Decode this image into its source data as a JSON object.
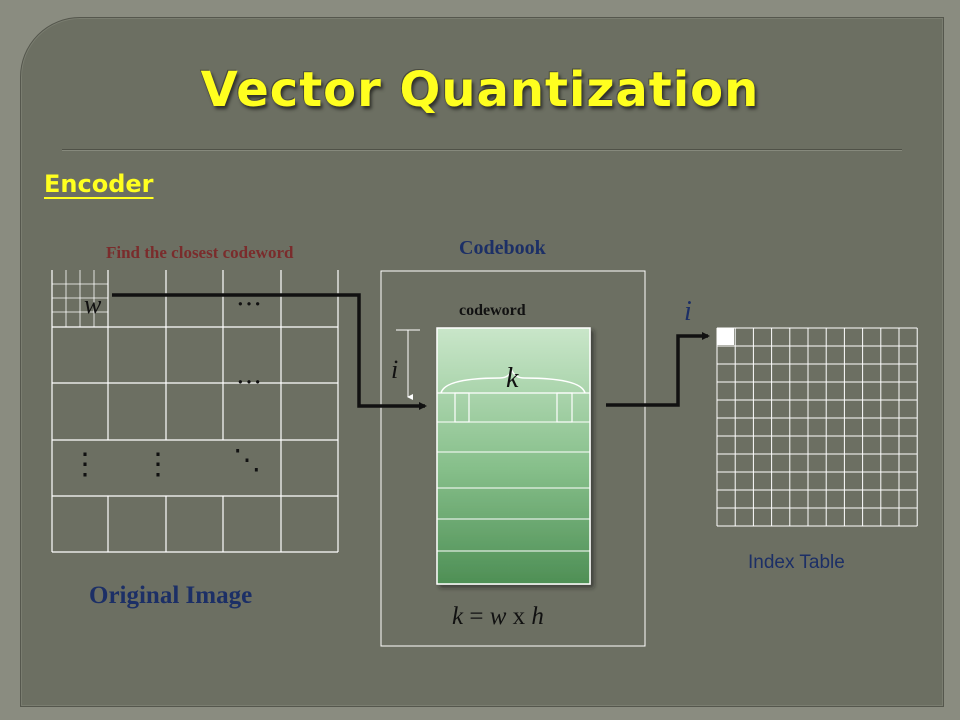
{
  "title": "Vector Quantization",
  "heading": "Encoder",
  "labels": {
    "find_closest": "Find the closest codeword",
    "codebook": "Codebook",
    "codeword": "codeword",
    "original_image": "Original Image",
    "index_table": "Index Table"
  },
  "variables": {
    "w": "w",
    "i": "i",
    "k": "k",
    "h": "h"
  },
  "formula": {
    "lhs": "k",
    "eq": " = ",
    "w": "w",
    "times": " x ",
    "h": "h"
  },
  "ellipses": {
    "horizontal": "…",
    "vertical": "⋮",
    "diagonal": "⋱"
  },
  "colors": {
    "title": "#ffff1f",
    "background": "#6c6f62",
    "codebook_green": "#5a9a62",
    "label_blue": "#1c2f66",
    "label_red": "#7a2c2c"
  }
}
